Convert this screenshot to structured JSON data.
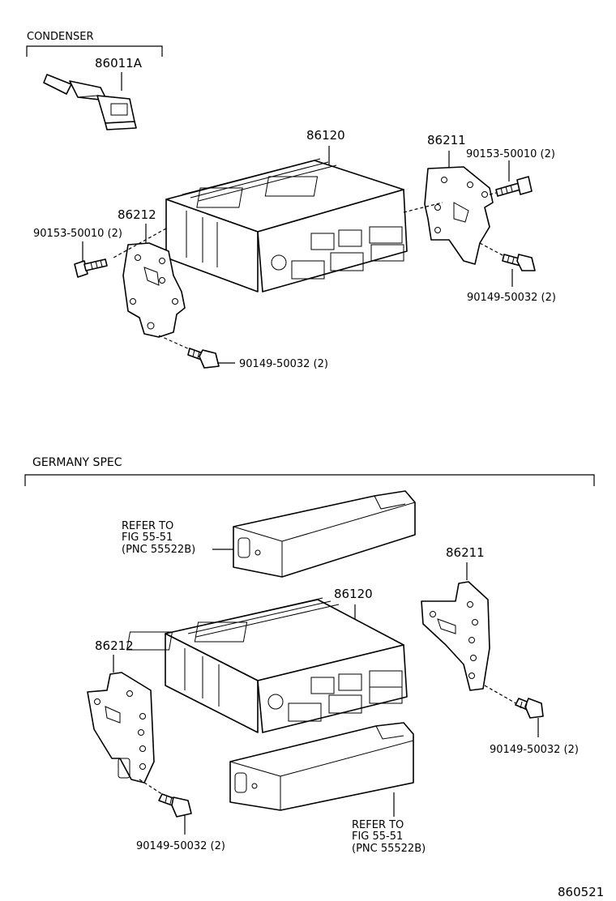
{
  "top": {
    "condenser_title": "CONDENSER",
    "condenser_part": "86011A",
    "radio_part": "86120",
    "bracket_right": "86211",
    "bracket_left": "86212",
    "screw_right": "90153-50010 (2)",
    "screw_left": "90153-50010 (2)",
    "bolt_right": "90149-50032 (2)",
    "bolt_left": "90149-50032 (2)"
  },
  "germany": {
    "section_title": "GERMANY SPEC",
    "radio_part": "86120",
    "bracket_right": "86211",
    "bracket_left": "86212",
    "bolt_right": "90149-50032 (2)",
    "bolt_left": "90149-50032 (2)",
    "refer_upper": [
      "REFER TO",
      "FIG 55-51",
      "(PNC 55522B)"
    ],
    "refer_lower": [
      "REFER TO",
      "FIG 55-51",
      "(PNC 55522B)"
    ]
  },
  "figure_id": "860521"
}
